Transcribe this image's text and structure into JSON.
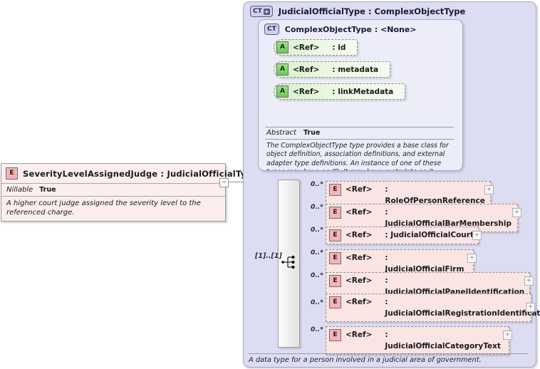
{
  "element": {
    "icon": "element-badge-E",
    "title": "SeverityLevelAssignedJudge : JudicialOfficialType",
    "property_key": "Nillable",
    "property_value": "True",
    "documentation": "A higher court judge assigned the severity level to the referenced charge.",
    "collapse_icon": "−"
  },
  "complex_type": {
    "icon": "complextype-badge-CT-plus",
    "badge_text": "CT",
    "badge_plus": "+",
    "title": "JudicialOfficialType : ComplexObjectType",
    "footer_documentation": "A data type for a person involved in a judicial area of government."
  },
  "base_type": {
    "icon": "complextype-badge-CT",
    "badge_text": "CT",
    "title": "ComplexObjectType : <None>",
    "attributes": [
      {
        "badge": "A",
        "ref": "<Ref>",
        "name": ": id"
      },
      {
        "badge": "A",
        "ref": "<Ref>",
        "name": ": metadata"
      },
      {
        "badge": "A",
        "ref": "<Ref>",
        "name": ": linkMetadata"
      }
    ],
    "abstract_key": "Abstract",
    "abstract_value": "True",
    "documentation": "The ComplexObjectType type provides a base class for object definition, association definitions, and external adapter type definitions. An instance of one of these types may have an ID. It may have metadata as it establishes the existence of an object (maybe a conceptual object). It may also have link metadata, as an element of one of these types establishes a relationship between its value and its context."
  },
  "sequence": {
    "icon": "sequence-compositor-icon",
    "cardinality": "[1]..[1]"
  },
  "children": [
    {
      "cardinality": "0..*",
      "badge": "E",
      "ref": "<Ref>",
      "name": ": RoleOfPersonReference",
      "expander": "+"
    },
    {
      "cardinality": "0..*",
      "badge": "E",
      "ref": "<Ref>",
      "name": ": JudicialOfficialBarMembership",
      "expander": "+"
    },
    {
      "cardinality": "0..*",
      "badge": "E",
      "ref": "<Ref>",
      "name": ": JudicialOfficialCourt",
      "expander": "+"
    },
    {
      "cardinality": "0..*",
      "badge": "E",
      "ref": "<Ref>",
      "name": ": JudicialOfficialFirm",
      "expander": "+"
    },
    {
      "cardinality": "0..*",
      "badge": "E",
      "ref": "<Ref>",
      "name": ": JudicialOfficialPanelIdentification",
      "expander": "+"
    },
    {
      "cardinality": "0..*",
      "badge": "E",
      "ref": "<Ref>",
      "name": ": JudicialOfficialRegistrationIdentification",
      "expander": "+"
    },
    {
      "cardinality": "0..*",
      "badge": "E",
      "ref": "<Ref>",
      "name": ": JudicialOfficialCategoryText",
      "expander": "+"
    }
  ],
  "colors": {
    "panel_bg": "#dcdcf2",
    "inner_bg": "#ecedf9",
    "element_pink": "#fbe4e4",
    "attribute_green": "#d6f0c8",
    "line": "#8d8d9e"
  }
}
